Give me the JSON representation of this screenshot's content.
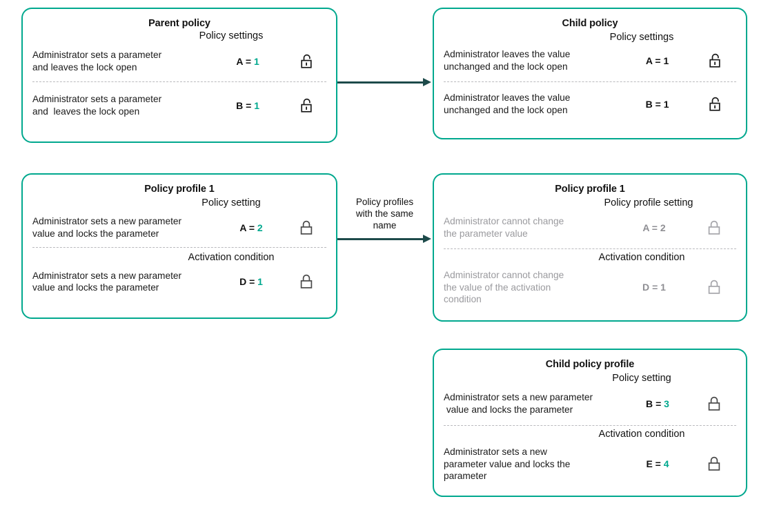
{
  "colors": {
    "box_border": "#00a88e",
    "accent_value": "#00a88e",
    "arrow": "#1d4a4a",
    "muted_text": "#9a9a9e",
    "divider": "#b9b9bd",
    "text": "#111111"
  },
  "boxes": [
    {
      "id": "parent-policy",
      "title": "Parent policy",
      "sections": [
        {
          "header": "Policy settings",
          "rows": [
            {
              "description": "Administrator sets a parameter\nand leaves the lock open",
              "param": "A",
              "value": "1",
              "lock": "lock-open-icon",
              "muted": false,
              "value_accent": true
            }
          ]
        },
        {
          "header": "",
          "rows": [
            {
              "description": "Administrator sets a parameter\nand  leaves the lock open",
              "param": "B",
              "value": "1",
              "lock": "lock-open-icon",
              "muted": false,
              "value_accent": true
            }
          ]
        }
      ]
    },
    {
      "id": "child-policy",
      "title": "Child policy",
      "sections": [
        {
          "header": "Policy settings",
          "rows": [
            {
              "description": "Administrator leaves the value\nunchanged and the lock open",
              "param": "A",
              "value": "1",
              "lock": "lock-open-icon",
              "muted": false,
              "value_accent": false
            }
          ]
        },
        {
          "header": "",
          "rows": [
            {
              "description": "Administrator leaves the value\nunchanged and the lock open",
              "param": "B",
              "value": "1",
              "lock": "lock-open-icon",
              "muted": false,
              "value_accent": false
            }
          ]
        }
      ]
    },
    {
      "id": "policy-profile-1-left",
      "title": "Policy profile 1",
      "sections": [
        {
          "header": "Policy setting",
          "rows": [
            {
              "description": "Administrator sets a new parameter\nvalue and locks the parameter",
              "param": "A",
              "value": "2",
              "lock": "lock-closed-icon",
              "muted": false,
              "value_accent": true
            }
          ]
        },
        {
          "header": "Activation condition",
          "rows": [
            {
              "description": "Administrator sets a new parameter\nvalue and locks the parameter",
              "param": "D",
              "value": "1",
              "lock": "lock-closed-icon",
              "muted": false,
              "value_accent": true
            }
          ]
        }
      ]
    },
    {
      "id": "policy-profile-1-right",
      "title": "Policy profile 1",
      "sections": [
        {
          "header": "Policy profile setting",
          "rows": [
            {
              "description": "Administrator cannot change\nthe parameter value",
              "param": "A",
              "value": "2",
              "lock": "lock-closed-icon",
              "muted": true,
              "value_accent": false
            }
          ]
        },
        {
          "header": "Activation condition",
          "rows": [
            {
              "description": "Administrator cannot change\nthe value of the activation\ncondition",
              "param": "D",
              "value": "1",
              "lock": "lock-closed-icon",
              "muted": true,
              "value_accent": false
            }
          ]
        }
      ]
    },
    {
      "id": "child-policy-profile",
      "title": "Child policy profile",
      "sections": [
        {
          "header": "Policy setting",
          "rows": [
            {
              "description": "Administrator sets a new parameter\n value and locks the parameter",
              "param": "B",
              "value": "3",
              "lock": "lock-closed-icon",
              "muted": false,
              "value_accent": true
            }
          ]
        },
        {
          "header": "Activation condition",
          "rows": [
            {
              "description": "Administrator sets a new\nparameter value and locks the\nparameter",
              "param": "E",
              "value": "4",
              "lock": "lock-closed-icon",
              "muted": false,
              "value_accent": true
            }
          ]
        }
      ]
    }
  ],
  "arrows": [
    {
      "id": "arrow-policy-inheritance",
      "label": ""
    },
    {
      "id": "arrow-profile-inheritance",
      "label": "Policy profiles\nwith the same\nname"
    }
  ],
  "separator": "="
}
